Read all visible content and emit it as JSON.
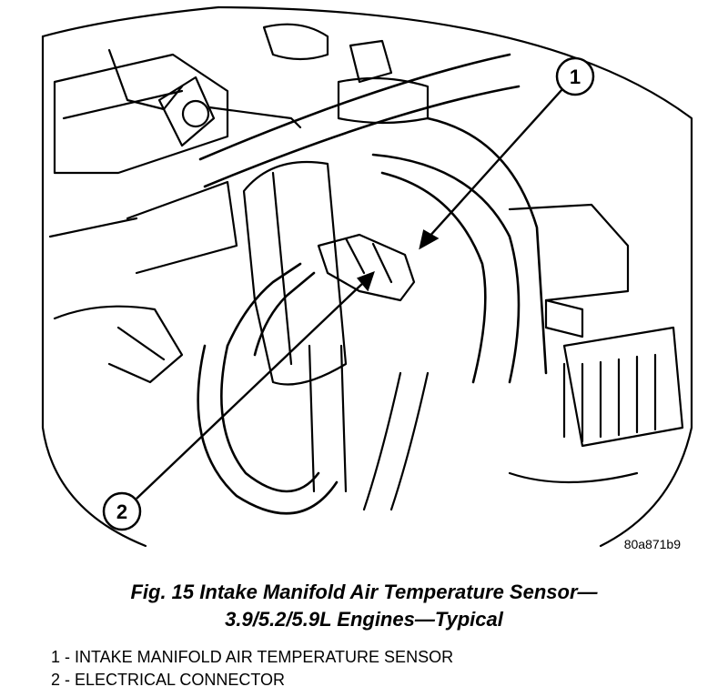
{
  "figure": {
    "callouts": [
      "1",
      "2"
    ],
    "figure_id": "80a871b9",
    "caption_line1": "Fig. 15 Intake Manifold Air Temperature Sensor—",
    "caption_line2": "3.9/5.2/5.9L Engines—Typical",
    "legend": [
      "1 - INTAKE MANIFOLD AIR TEMPERATURE SENSOR",
      "2 - ELECTRICAL CONNECTOR"
    ]
  }
}
